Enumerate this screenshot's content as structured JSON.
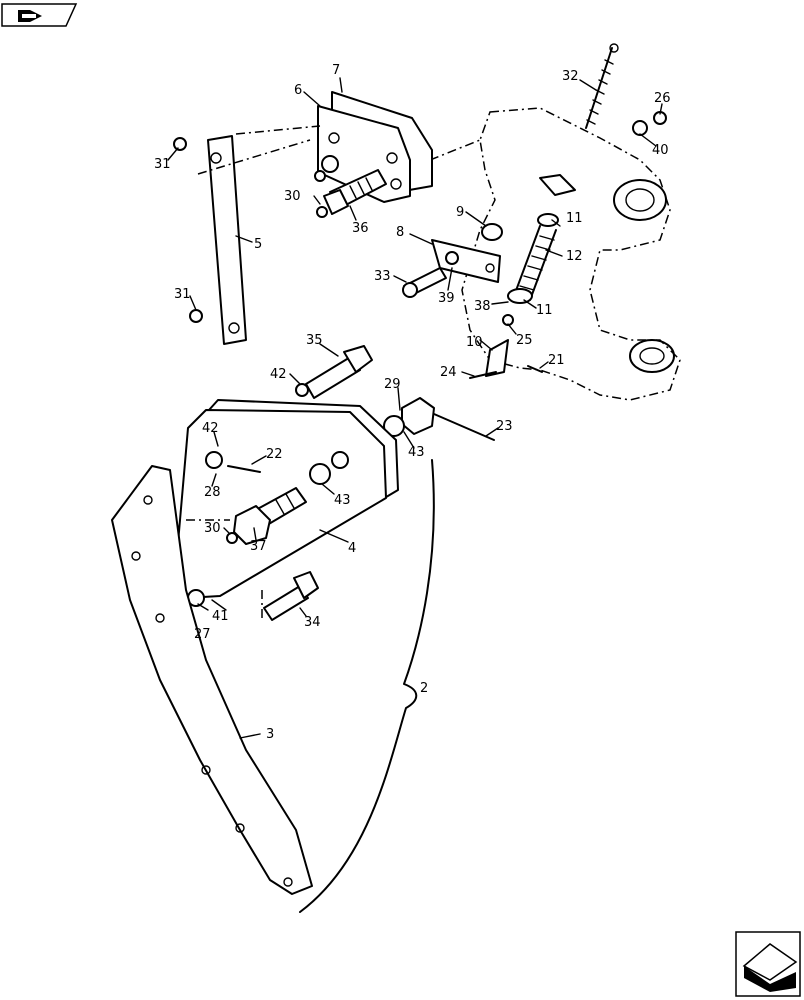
{
  "navigation": {
    "back_icon": "back-arrow-icon",
    "forward_icon": "forward-arrow-icon"
  },
  "callouts": {
    "c2": "2",
    "c3": "3",
    "c4": "4",
    "c5": "5",
    "c6": "6",
    "c7": "7",
    "c8": "8",
    "c9": "9",
    "c10": "10",
    "c11a": "11",
    "c11b": "11",
    "c12": "12",
    "c21": "21",
    "c22": "22",
    "c23": "23",
    "c24": "24",
    "c25": "25",
    "c26": "26",
    "c27": "27",
    "c28": "28",
    "c29": "29",
    "c30a": "30",
    "c30b": "30",
    "c31a": "31",
    "c31b": "31",
    "c32": "32",
    "c33": "33",
    "c34": "34",
    "c35": "35",
    "c36": "36",
    "c37": "37",
    "c38": "38",
    "c39": "39",
    "c40": "40",
    "c41": "41",
    "c42a": "42",
    "c42b": "42",
    "c43a": "43",
    "c43b": "43"
  }
}
